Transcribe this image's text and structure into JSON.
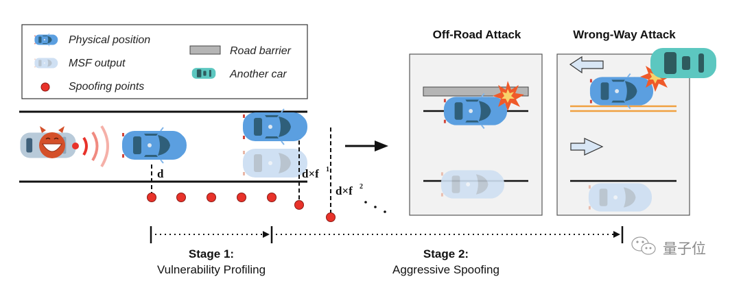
{
  "legend": {
    "items": [
      {
        "icon": "blue-car-icon",
        "label": "Physical position"
      },
      {
        "icon": "faded-car-icon",
        "label": "MSF output"
      },
      {
        "icon": "red-dot-icon",
        "label": "Spoofing points"
      },
      {
        "icon": "gray-bar-icon",
        "label": "Road barrier"
      },
      {
        "icon": "teal-car-icon",
        "label": "Another car"
      }
    ]
  },
  "annotations": {
    "d": "d",
    "d_f1_base": "d×f",
    "d_f1_exp": "1",
    "d_f2_base": "d×f",
    "d_f2_exp": "2",
    "ellipsis": "· · ·"
  },
  "attacks": {
    "off_road": {
      "title": "Off-Road Attack"
    },
    "wrong_way": {
      "title": "Wrong-Way Attack"
    }
  },
  "timeline": {
    "stage1": {
      "title": "Stage 1:",
      "subtitle": "Vulnerability Profiling"
    },
    "stage2": {
      "title": "Stage 2:",
      "subtitle": "Aggressive Spoofing"
    }
  },
  "watermark": {
    "text": "量子位"
  },
  "colors": {
    "car_blue": "#5b9fe0",
    "car_dark": "#2f5f7a",
    "car_faded": "#cfe0f3",
    "spoof_red": "#e8322a",
    "barrier_gray": "#b5b5b5",
    "teal": "#5cc7c0",
    "panel_bg": "#f2f2f2",
    "lane_orange": "#f0a040"
  }
}
